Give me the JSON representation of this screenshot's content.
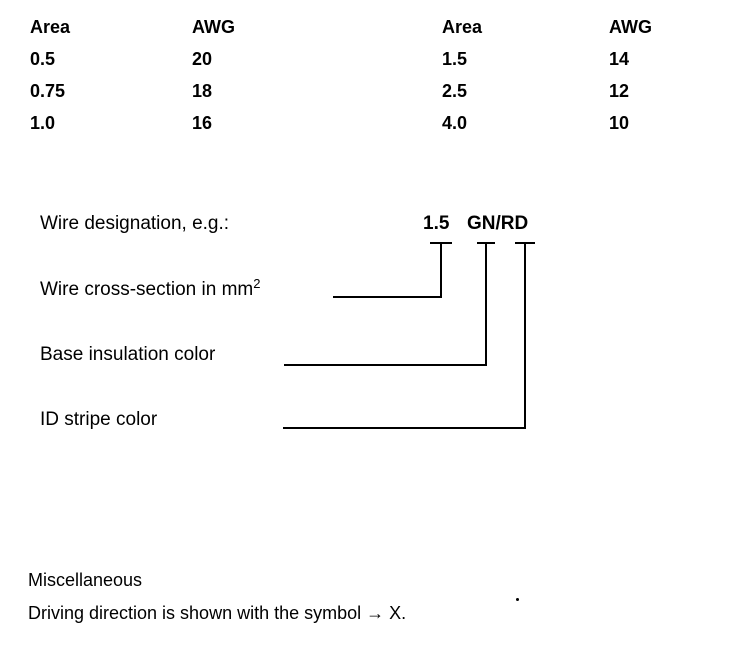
{
  "awg_table": {
    "headers": [
      "Area",
      "AWG",
      "Area",
      "AWG"
    ],
    "rows": [
      [
        "0.5",
        "20",
        "1.5",
        "14"
      ],
      [
        "0.75",
        "18",
        "2.5",
        "12"
      ],
      [
        "1.0",
        "16",
        "4.0",
        "10"
      ]
    ]
  },
  "designation": {
    "label": "Wire designation, e.g.:",
    "size": "1.5",
    "colors": "GN/RD",
    "cross_section_label": "Wire cross-section in mm",
    "cross_section_superscript": "2",
    "base_insulation_label": "Base insulation color",
    "id_stripe_label": "ID stripe color"
  },
  "miscellaneous": {
    "heading": "Miscellaneous",
    "text": "Driving direction is shown with the symbol → X."
  }
}
